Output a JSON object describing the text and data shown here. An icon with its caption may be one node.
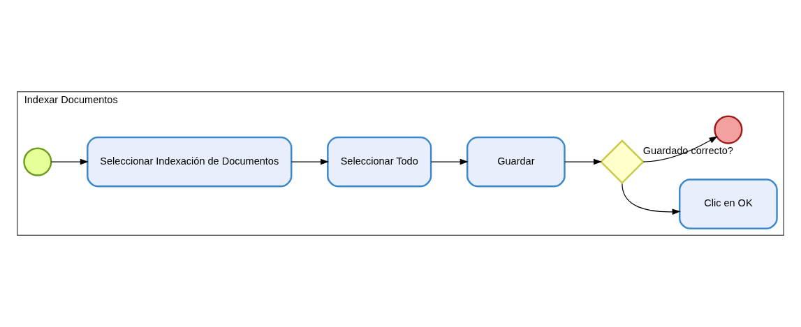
{
  "diagram": {
    "nodes": [
      {
        "text": [
          "Indexar Documentos"
        ]
      },
      {
        "text": [],
        "shape": "circle",
        "in": 0
      },
      {
        "text": [
          "Seleccionar Indexación de Documentos"
        ],
        "in": 0
      },
      {
        "text": [
          "Seleccionar Todo"
        ],
        "in": 0
      },
      {
        "text": [
          "Guardar"
        ],
        "in": 0
      },
      {
        "text": [],
        "shape": "diamond",
        "in": 0,
        "beside": [
          "Guardado correcto?"
        ]
      },
      {
        "text": [],
        "shape": "circle",
        "in": 0
      },
      {
        "text": [
          "Clic en OK"
        ],
        "in": 0
      }
    ],
    "edges": [
      {
        "from": 1,
        "to": 2,
        "arrow": "to"
      },
      {
        "from": 2,
        "to": 3,
        "arrow": "to"
      },
      {
        "from": 3,
        "to": 4,
        "arrow": "to"
      },
      {
        "from": 4,
        "to": 5,
        "arrow": "to"
      },
      {
        "from": 5,
        "to": 6,
        "arrow": "to"
      },
      {
        "from": 5,
        "to": 7,
        "arrow": "to"
      }
    ]
  }
}
